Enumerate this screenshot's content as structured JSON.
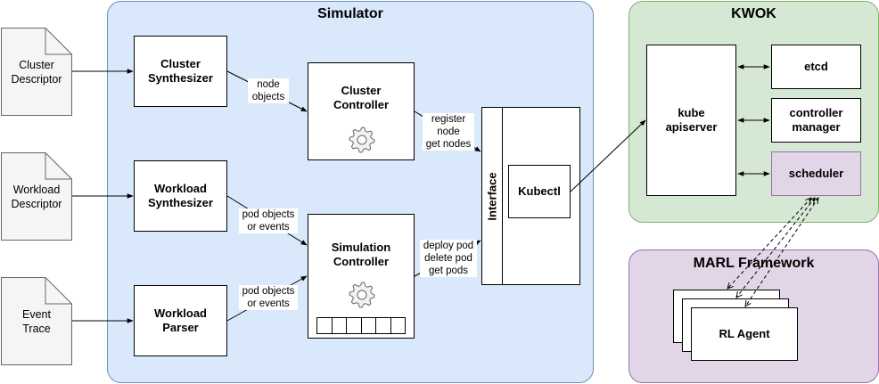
{
  "regions": {
    "simulator": "Simulator",
    "kwok": "KWOK",
    "marl": "MARL Framework"
  },
  "docs": {
    "cluster_descriptor": "Cluster\nDescriptor",
    "workload_descriptor": "Workload\nDescriptor",
    "event_trace": "Event\nTrace"
  },
  "boxes": {
    "cluster_synthesizer": "Cluster\nSynthesizer",
    "workload_synthesizer": "Workload\nSynthesizer",
    "workload_parser": "Workload\nParser",
    "cluster_controller": "Cluster\nController",
    "simulation_controller": "Simulation\nController",
    "interface": "Interface",
    "kubectl": "Kubectl",
    "kube_apiserver": "kube\napiserver",
    "etcd": "etcd",
    "controller_manager": "controller\nmanager",
    "scheduler": "scheduler",
    "rl_agent": "RL Agent"
  },
  "edge_labels": {
    "node_objects": "node\nobjects",
    "pod_objects_1": "pod objects\nor events",
    "pod_objects_2": "pod objects\nor events",
    "register_node": "register\nnode\nget nodes",
    "deploy_pod": "deploy pod\ndelete pod\nget pods"
  },
  "icons": {
    "cluster_controller_icon": "gear-icon",
    "simulation_controller_icon": "gear-icon",
    "queue_icon": "queue-icon"
  },
  "colors": {
    "simulator_fill": "#dae8fc",
    "simulator_border": "#6c8ebf",
    "kwok_fill": "#d5e8d4",
    "kwok_border": "#82b366",
    "marl_fill": "#e1d5e7",
    "marl_border": "#9673a6",
    "doc_fill": "#f5f5f5"
  }
}
